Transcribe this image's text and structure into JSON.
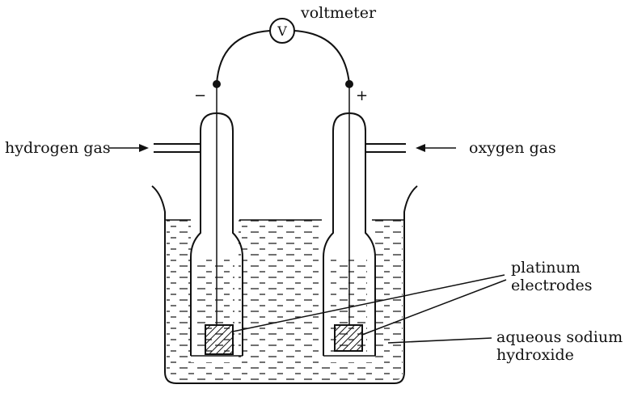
{
  "labels": {
    "voltmeter": "voltmeter",
    "voltmeter_symbol": "V",
    "negative_terminal": "−",
    "positive_terminal": "+",
    "hydrogen_gas": "hydrogen gas",
    "oxygen_gas": "oxygen gas",
    "platinum_electrodes_line1": "platinum",
    "platinum_electrodes_line2": "electrodes",
    "electrolyte_line1": "aqueous sodium",
    "electrolyte_line2": "hydroxide"
  },
  "colors": {
    "ink": "#111111",
    "background": "#ffffff"
  }
}
